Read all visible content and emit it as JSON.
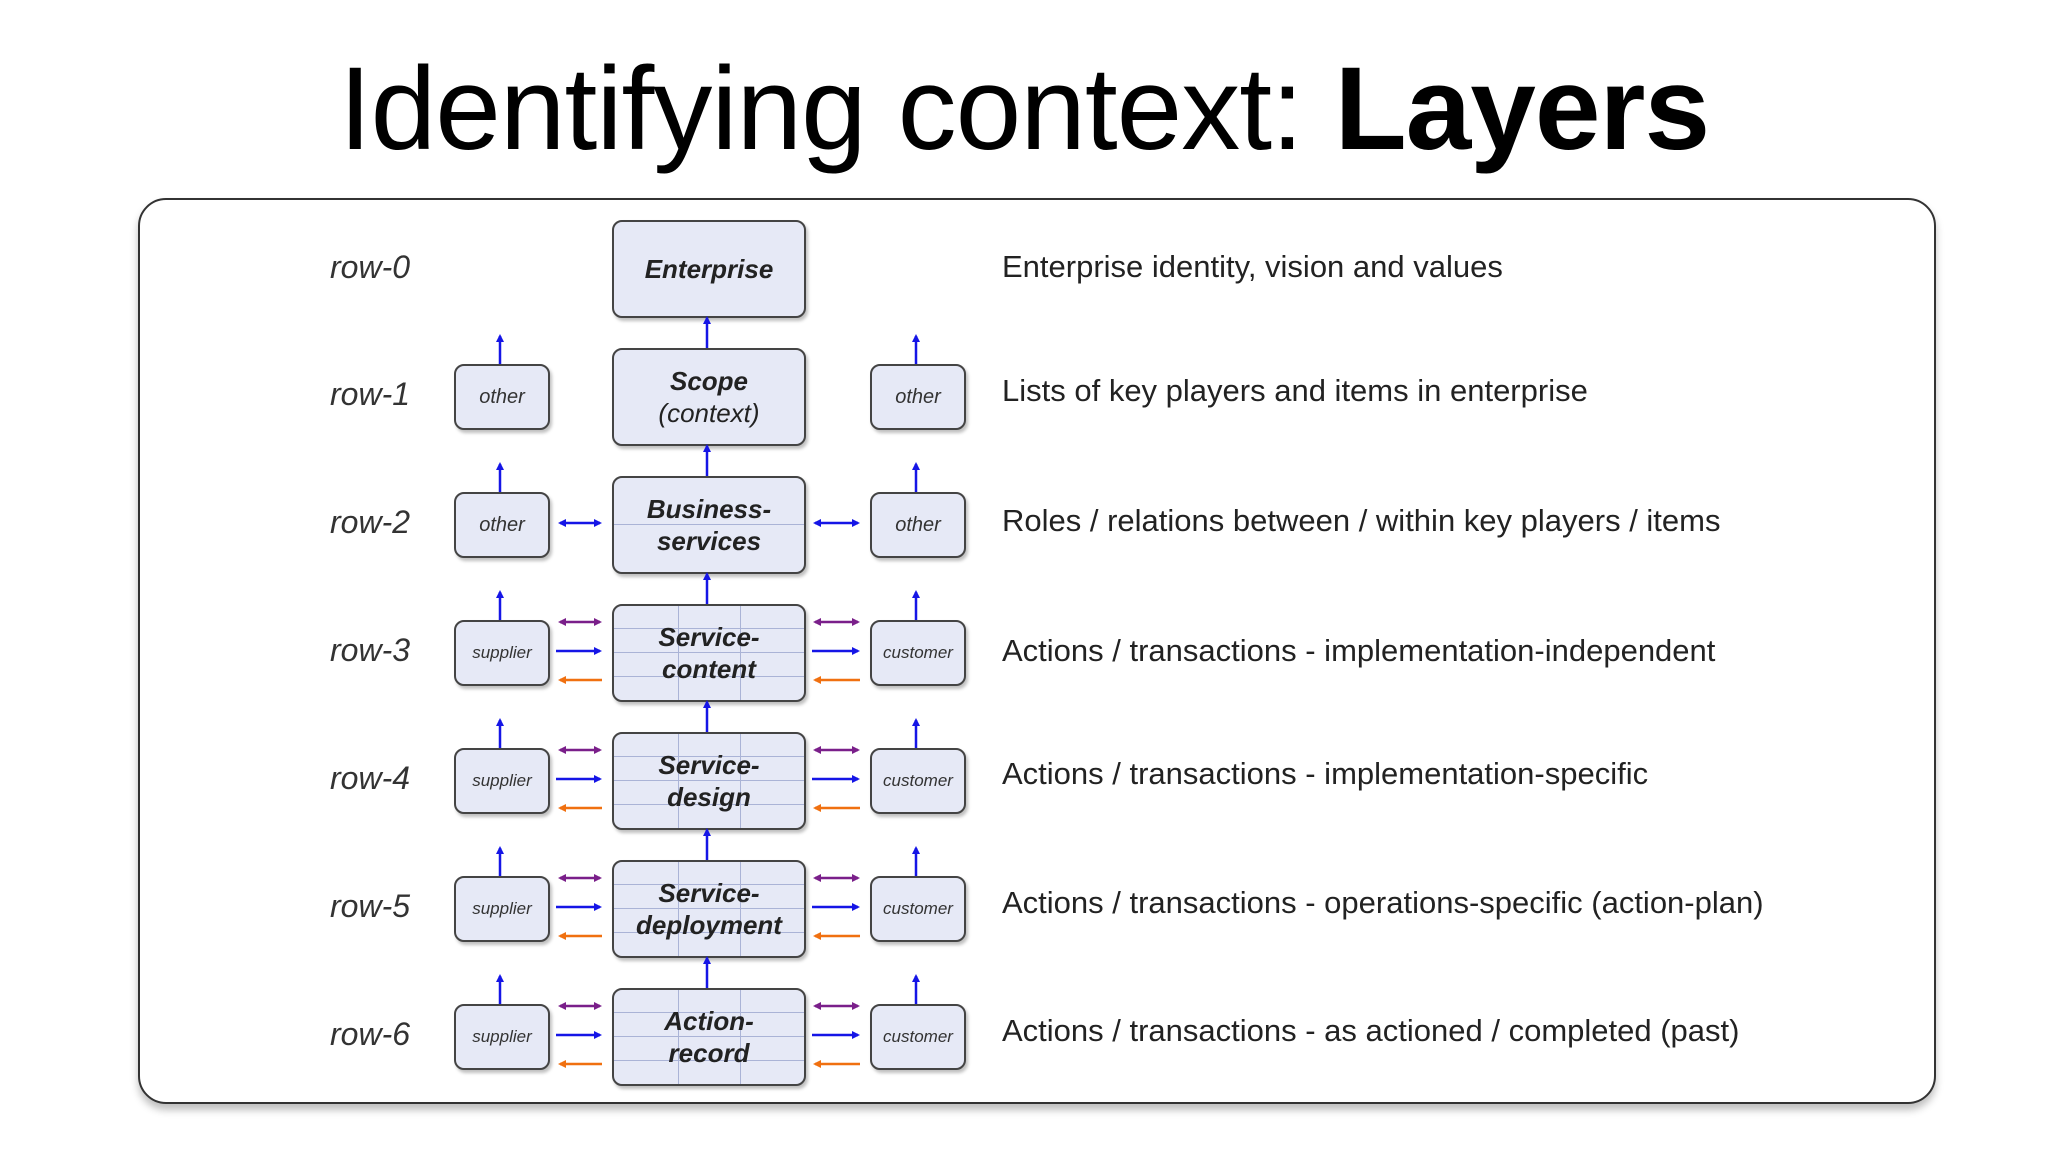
{
  "title": {
    "regular": "Identifying context: ",
    "bold": "Layers"
  },
  "rows": [
    {
      "label": "row-0",
      "box": "Enterprise",
      "box_sub": "",
      "left": "",
      "right": "",
      "description": "Enterprise identity, vision and values"
    },
    {
      "label": "row-1",
      "box": "Scope",
      "box_sub": "(context)",
      "left": "other",
      "right": "other",
      "description": "Lists of key players and items in enterprise"
    },
    {
      "label": "row-2",
      "box": "Business-services",
      "box_sub": "",
      "left": "other",
      "right": "other",
      "description": "Roles / relations between / within key players / items"
    },
    {
      "label": "row-3",
      "box": "Service-content",
      "box_sub": "",
      "left": "supplier",
      "right": "customer",
      "description": "Actions / transactions - implementation-independent"
    },
    {
      "label": "row-4",
      "box": "Service-design",
      "box_sub": "",
      "left": "supplier",
      "right": "customer",
      "description": "Actions / transactions - implementation-specific"
    },
    {
      "label": "row-5",
      "box": "Service-deployment",
      "box_sub": "",
      "left": "supplier",
      "right": "customer",
      "description": "Actions / transactions - operations-specific (action-plan)"
    },
    {
      "label": "row-6",
      "box": "Action-record",
      "box_sub": "",
      "left": "supplier",
      "right": "customer",
      "description": "Actions / transactions - as actioned / completed (past)"
    }
  ],
  "colors": {
    "box_fill": "#e6e9f6",
    "arrow_blue": "#1515e6",
    "arrow_purple": "#7a1f8a",
    "arrow_orange": "#f07010"
  },
  "icons": [
    "arrow-up-icon",
    "double-arrow-icon",
    "arrow-right-icon",
    "arrow-left-icon"
  ]
}
